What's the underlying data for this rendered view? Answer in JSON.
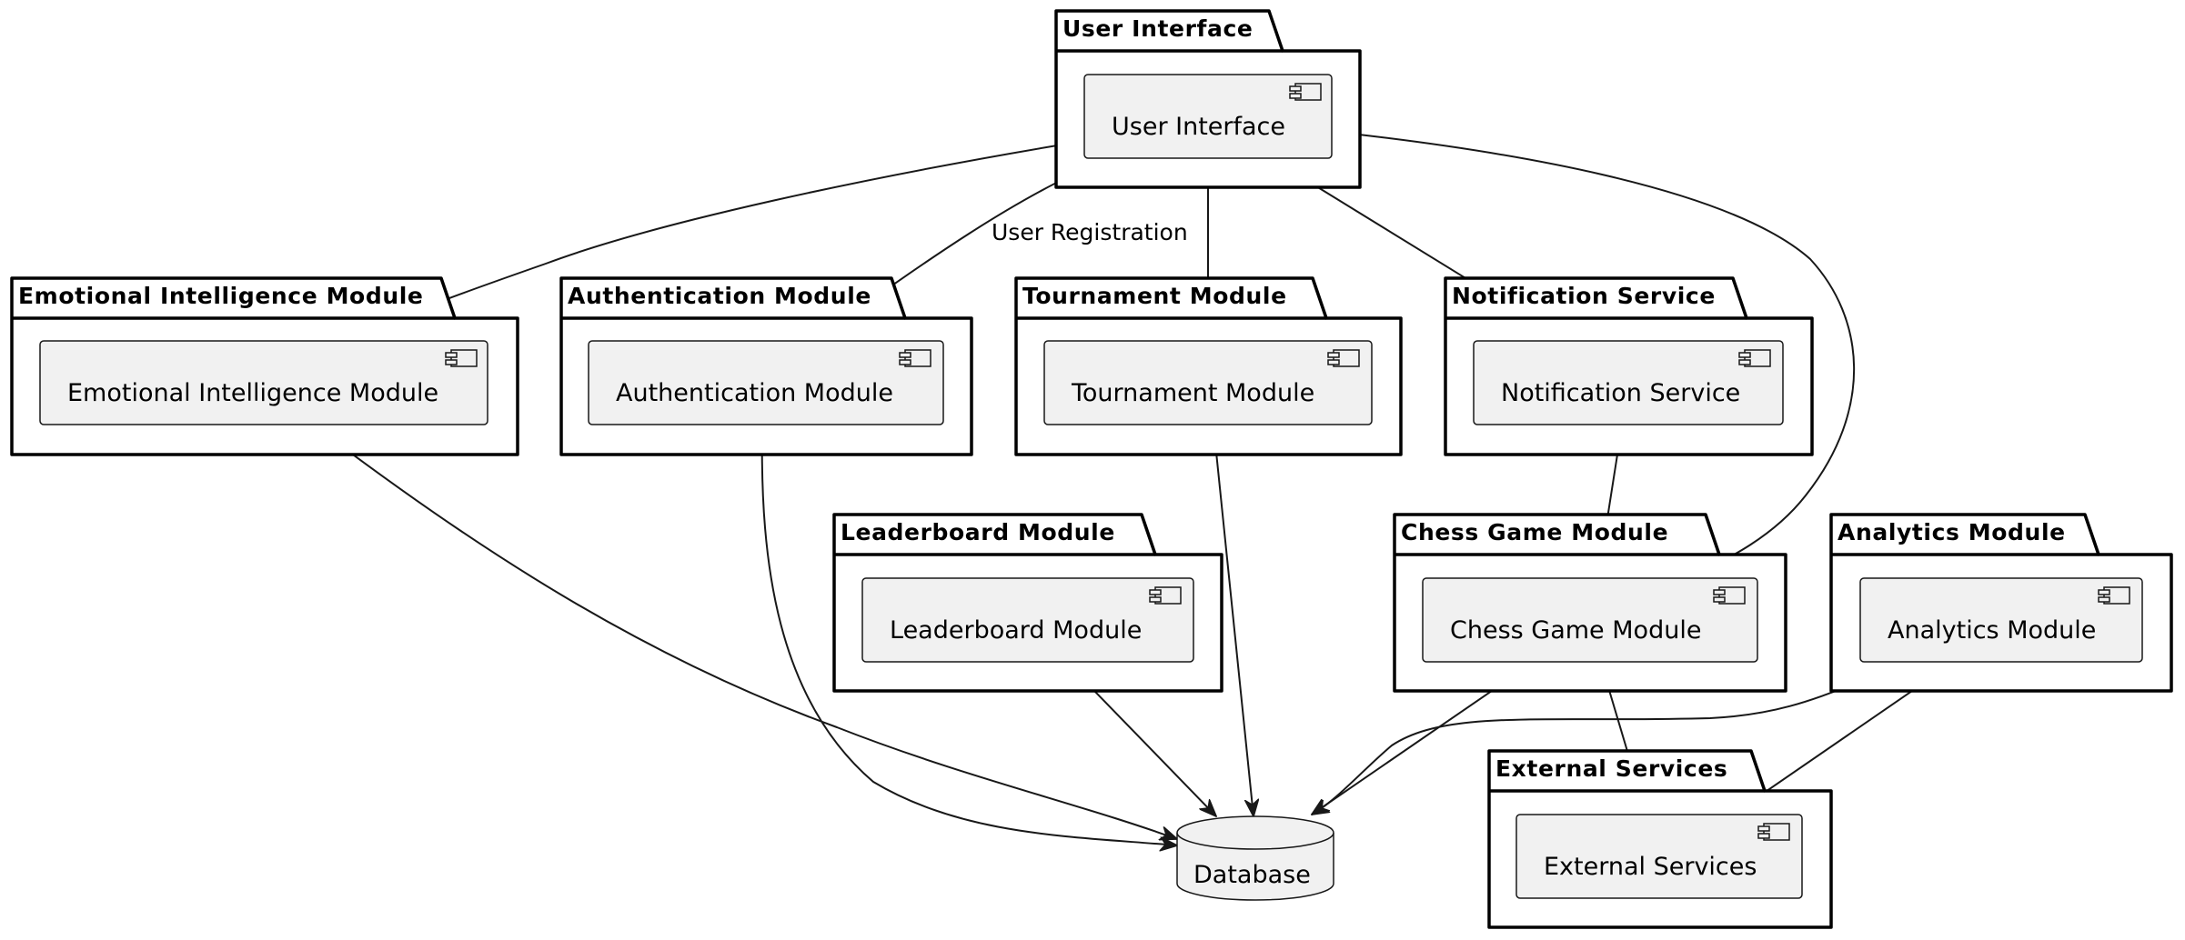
{
  "packages": {
    "user_interface": {
      "title": "User Interface",
      "component": "User Interface"
    },
    "emotional_intelligence": {
      "title": "Emotional Intelligence Module",
      "component": "Emotional Intelligence Module"
    },
    "authentication": {
      "title": "Authentication Module",
      "component": "Authentication Module"
    },
    "tournament": {
      "title": "Tournament Module",
      "component": "Tournament Module"
    },
    "notification": {
      "title": "Notification Service",
      "component": "Notification Service"
    },
    "leaderboard": {
      "title": "Leaderboard Module",
      "component": "Leaderboard Module"
    },
    "chess_game": {
      "title": "Chess Game Module",
      "component": "Chess Game Module"
    },
    "analytics": {
      "title": "Analytics Module",
      "component": "Analytics Module"
    },
    "external": {
      "title": "External Services",
      "component": "External Services"
    }
  },
  "database": {
    "label": "Database"
  },
  "edges": {
    "ui_to_auth": {
      "label": "User Registration"
    }
  }
}
